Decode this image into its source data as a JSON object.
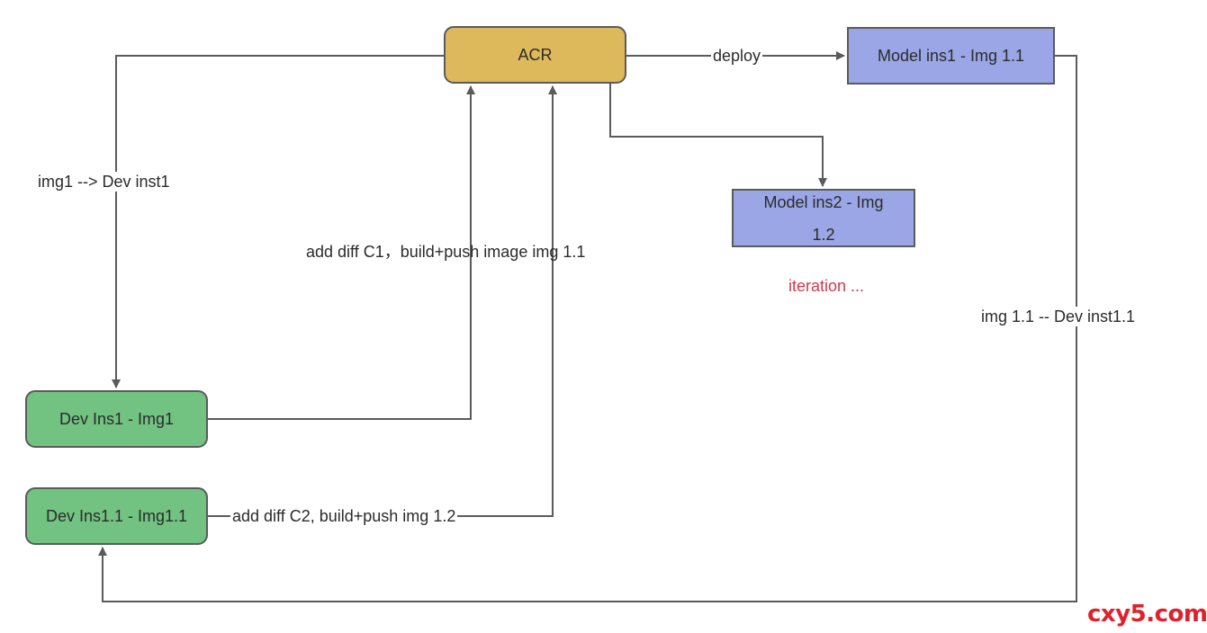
{
  "nodes": {
    "acr": "ACR",
    "model_ins1": "Model ins1 - Img 1.1",
    "model_ins2_line1": "Model ins2 - Img",
    "model_ins2_line2": "1.2",
    "dev_ins1": "Dev Ins1 - Img1",
    "dev_ins1_1": "Dev Ins1.1 - Img1.1"
  },
  "edges": {
    "deploy": "deploy",
    "img1_to_dev": "img1 --> Dev inst1",
    "diff_c1": "add diff C1，build+push image img 1.1",
    "diff_c2": "add diff C2, build+push img 1.2",
    "img11_to_dev": "img 1.1  -- Dev inst1.1"
  },
  "annotation": "iteration  ...",
  "watermark": "cxy5.com",
  "colors": {
    "acr_fill": "#ddb95b",
    "model_fill": "#9aa6e5",
    "dev_fill": "#72c282",
    "line": "#5b5b5b",
    "annotation": "#d03a4e",
    "watermark": "#e0202a"
  }
}
